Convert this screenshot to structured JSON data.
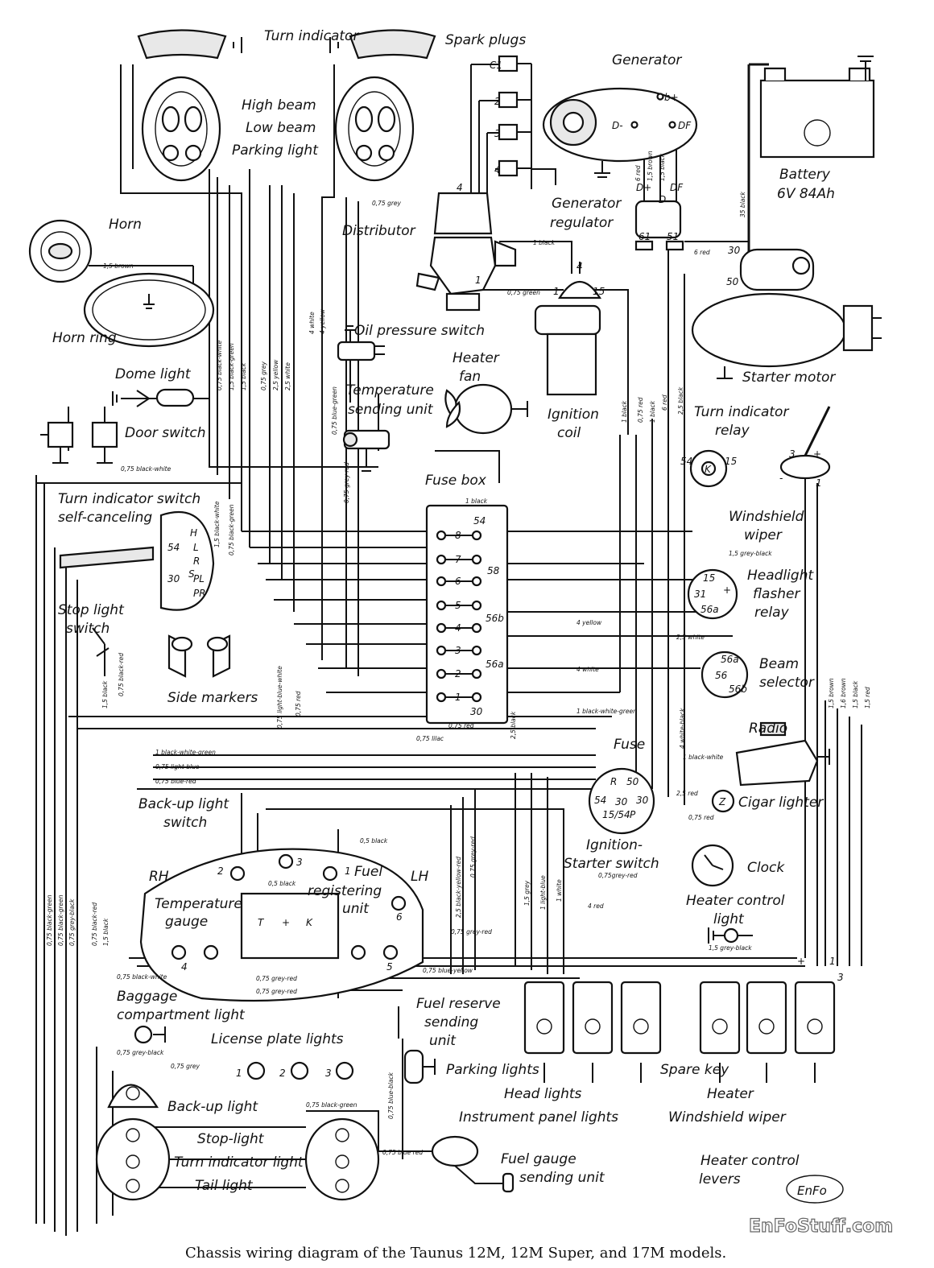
{
  "labels": {
    "turn_indicator": "Turn indicator",
    "spark_plugs": "Spark plugs",
    "generator": "Generator",
    "high_beam": "High beam",
    "low_beam": "Low beam",
    "parking_light": "Parking light",
    "battery": "Battery",
    "battery_spec": "6V 84Ah",
    "generator_regulator_1": "Generator",
    "generator_regulator_2": "regulator",
    "horn": "Horn",
    "distributor": "Distributor",
    "horn_ring": "Horn ring",
    "oil_pressure_switch": "Oil pressure switch",
    "heater_fan_1": "Heater",
    "heater_fan_2": "fan",
    "starter_motor": "Starter motor",
    "dome_light": "Dome light",
    "temp_sending_1": "Temperature",
    "temp_sending_2": "sending unit",
    "ignition_coil_1": "Ignition",
    "ignition_coil_2": "coil",
    "door_switch": "Door switch",
    "turn_relay_1": "Turn indicator",
    "turn_relay_2": "relay",
    "fuse_box": "Fuse box",
    "turn_switch_1": "Turn indicator switch",
    "turn_switch_2": "self-canceling",
    "windshield_wiper_1": "Windshield",
    "windshield_wiper_2": "wiper",
    "headlight_flasher_1": "Headlight",
    "headlight_flasher_2": "flasher",
    "headlight_flasher_3": "relay",
    "stop_light_switch_1": "Stop light",
    "stop_light_switch_2": "switch",
    "beam_selector_1": "Beam",
    "beam_selector_2": "selector",
    "side_markers": "Side markers",
    "radio": "Radio",
    "fuse": "Fuse",
    "backup_switch_1": "Back-up light",
    "backup_switch_2": "switch",
    "cigar_lighter": "Cigar lighter",
    "ignition_starter_1": "Ignition-",
    "ignition_starter_2": "Starter switch",
    "rh": "RH",
    "lh": "LH",
    "fuel_reg_1": "Fuel",
    "fuel_reg_2": "registering",
    "fuel_reg_3": "unit",
    "clock": "Clock",
    "temp_gauge_1": "Temperature",
    "temp_gauge_2": "gauge",
    "heater_control_light_1": "Heater control",
    "heater_control_light_2": "light",
    "baggage_1": "Baggage",
    "baggage_2": "compartment light",
    "fuel_reserve_1": "Fuel reserve",
    "fuel_reserve_2": "sending",
    "fuel_reserve_3": "unit",
    "license_plate": "License plate lights",
    "parking_lights": "Parking lights",
    "spare_key": "Spare key",
    "head_lights": "Head lights",
    "heater": "Heater",
    "backup_light": "Back-up light",
    "instrument_panel": "Instrument panel lights",
    "windshield_wiper_sw": "Windshield wiper",
    "stop_light": "Stop-light",
    "turn_indicator_light": "Turn indicator light",
    "tail_light": "Tail light",
    "fuel_gauge_sending_1": "Fuel gauge",
    "fuel_gauge_sending_2": "sending unit",
    "heater_control_levers_1": "Heater control",
    "heater_control_levers_2": "levers"
  },
  "wire_labels": {
    "w1": "1,5 brown",
    "w2": "0,75 grey",
    "w3": "1 black",
    "w4": "0,75 green",
    "w5": "6 red",
    "w6": "35 black",
    "w7": "6 red",
    "w8": "1,5 brown",
    "w9": "1,5 black",
    "w10": "0,75 black-white",
    "w11": "1,5 black-green",
    "w12": "1,5 black",
    "w13": "0,75 grey",
    "w14": "2,5 yellow",
    "w15": "2,5 white",
    "w16": "4 white",
    "w17": "4 yellow",
    "w18": "0,75 blue-green",
    "w19": "0,75 grey-red",
    "w20": "0,75 black-white",
    "w21": "1,5 black-white",
    "w22": "0,75 black-green",
    "w23": "1 black",
    "w24": "1,5 grey-black",
    "w25": "4 yellow",
    "w26": "2,5 white",
    "w27": "4 white",
    "w28": "0,75 red",
    "w29": "0,75 light-blue-white",
    "w30": "0,75 red",
    "w31": "1,5 black",
    "w32": "0,75 black-red",
    "w33": "1 black-white-green",
    "w34": "0,75 lilac",
    "w35": "2,5 black",
    "w36": "4 white-black",
    "w37": "1 black-white-green",
    "w38": "0,75 light-blue",
    "w39": "0,75 blue-red",
    "w40": "1 black-white",
    "w41": "2,5 red",
    "w42": "0,75 red",
    "w43": "0,5 black",
    "w44": "0,5 black",
    "w45": "0,75grey-red",
    "w46": "4 red",
    "w47": "0,75 grey-red",
    "w48": "0,75 black-white",
    "w49": "0,75 grey-red",
    "w50": "0,75 grey-red",
    "w51": "0,75 blue-yellow",
    "w52": "0,75 grey-black",
    "w53": "0,75 grey",
    "w54": "0,75 black-green",
    "w55": "0,75 blue-black",
    "w56": "0,75 blue red",
    "w57": "1 black",
    "w58": "0,75 red",
    "w59": "1 black",
    "w60": "6 red",
    "w61": "2,5 black",
    "w62": "1,5 grey",
    "w63": "1 light-blue",
    "w64": "1 white",
    "w65": "2,5 black-yellow-red",
    "w66": "0,75 grey-red",
    "w67": "1,5 grey-black",
    "w68": "1,5 brown",
    "w69": "1,6 brown",
    "w70": "1,5 black",
    "w71": "1,5 red",
    "w72": "0,75 black-red",
    "w73": "0,75 grey-black",
    "w74": "0,75 black-green",
    "w75": "0,75 black-green",
    "w76": "1,5 black"
  },
  "pins": {
    "b_plus": "b+",
    "d_minus": "D-",
    "df": "DF",
    "reg_d_plus": "D+",
    "reg_d": "D",
    "reg_df": "DF",
    "reg_61": "61",
    "reg_51": "51",
    "st_30": "30",
    "st_50": "50",
    "coil_1": "1",
    "coil_4": "4",
    "coil_15": "15",
    "dist_1": "1",
    "dist_4": "4",
    "c1": "C1",
    "c2": "2",
    "c3": "3",
    "c4": "4",
    "sw_h": "H",
    "sw_l": "L",
    "sw_r": "R",
    "sw_s": "S",
    "sw_pl": "PL",
    "sw_pr": "PR",
    "sw_54": "54",
    "sw_30": "30",
    "relay_54": "54",
    "relay_k": "K",
    "relay_15": "15",
    "wiper_3": "3",
    "wiper_plus": "+",
    "wiper_minus": "-",
    "wiper_1": "1",
    "fl_15": "15",
    "fl_31": "31",
    "fl_56a": "56a",
    "fl_plus": "+",
    "bs_56a": "56a",
    "bs_56": "56",
    "bs_56b": "56b",
    "fb_54": "54",
    "fb_58": "58",
    "fb_56b": "56b",
    "fb_56a": "56a",
    "fb_30": "30",
    "f1": "1",
    "f2": "2",
    "f3": "3",
    "f4": "4",
    "f5": "5",
    "f6": "6",
    "f7": "7",
    "f8": "8",
    "ig_r": "R",
    "ig_50": "50",
    "ig_54": "54",
    "ig_30": "30",
    "ig_30b": "30",
    "ig_15": "15/54",
    "ig_p": "P",
    "tg_t": "T",
    "tg_plus": "+",
    "tg_k": "K",
    "i1": "1",
    "i2": "2",
    "i3": "3",
    "i4": "4",
    "i5": "5",
    "i6": "6",
    "lp1": "1",
    "lp2": "2",
    "lp3": "3",
    "hc_plus": "+",
    "hc_1": "1",
    "hc_3": "3",
    "z": "Z"
  },
  "caption": "Chassis wiring diagram of the Taunus 12M, 12M Super, and 17M models.",
  "watermark": "EnFoStuff.com",
  "logo_mark": "EnFo"
}
